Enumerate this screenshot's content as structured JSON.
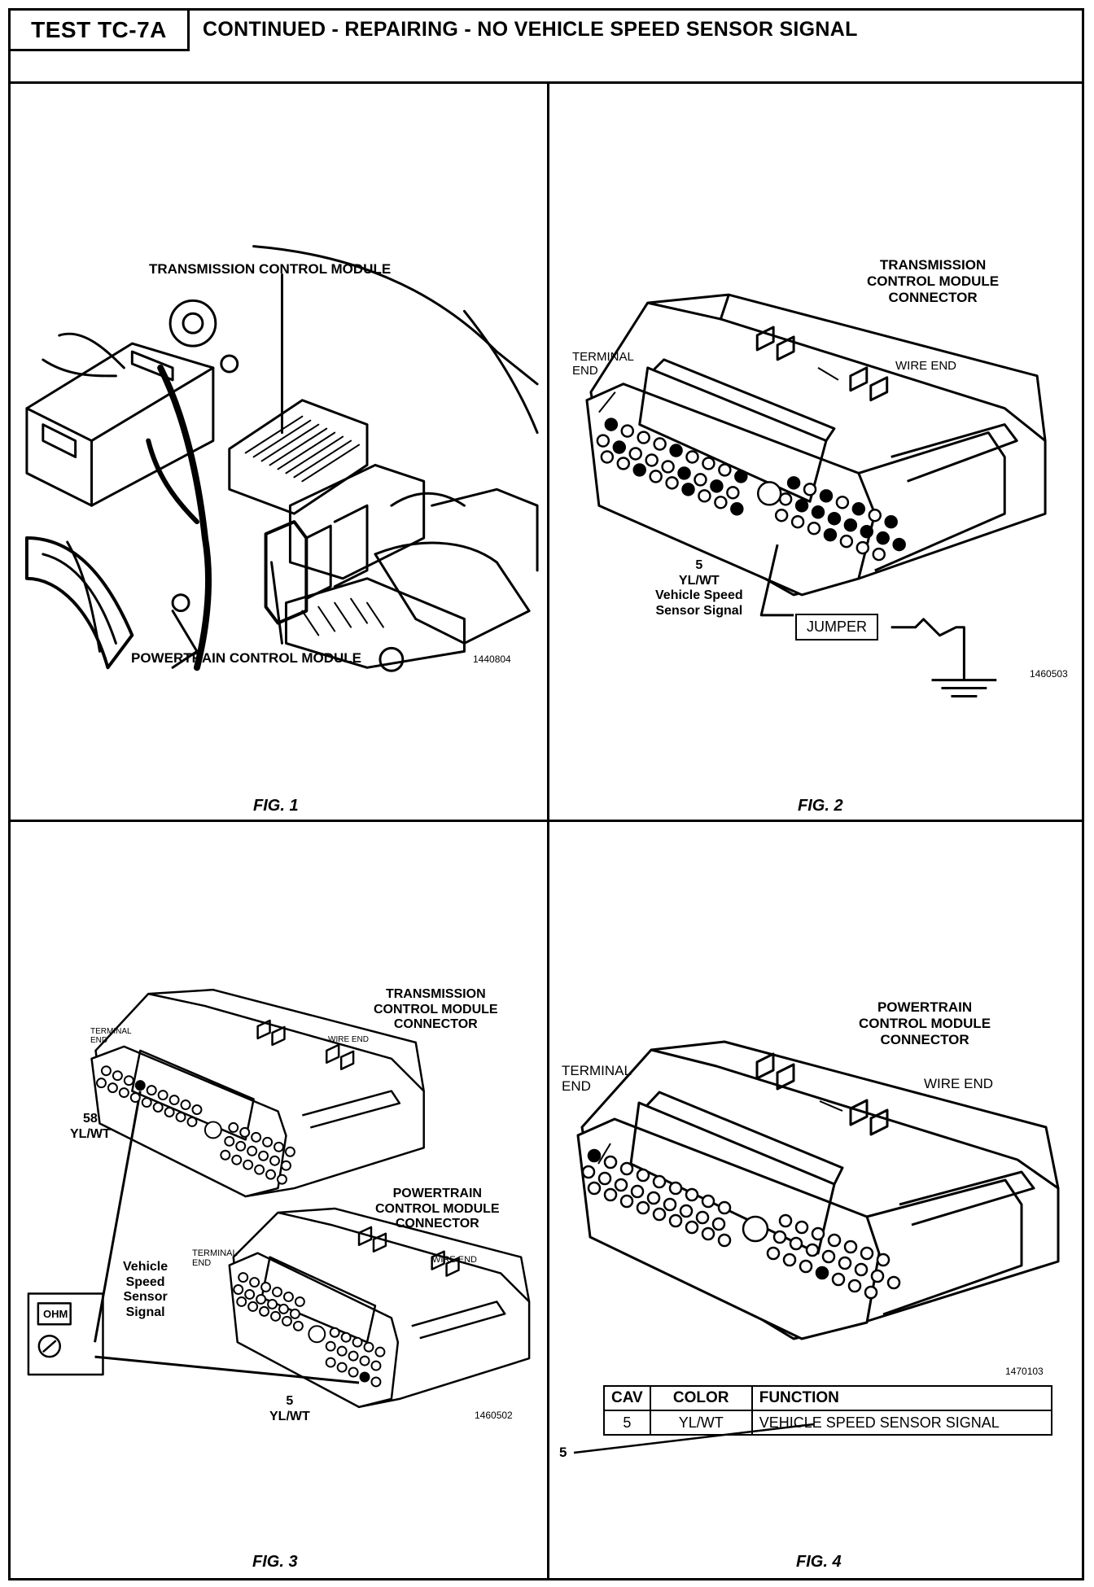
{
  "header": {
    "test_id": "TEST TC-7A",
    "title": "CONTINUED - REPAIRING - NO VEHICLE SPEED SENSOR SIGNAL"
  },
  "fig1": {
    "caption": "FIG. 1",
    "label_tcm": "TRANSMISSION CONTROL MODULE",
    "label_pcm": "POWERTRAIN CONTROL MODULE",
    "code": "1440804"
  },
  "fig2": {
    "caption": "FIG. 2",
    "title": "TRANSMISSION\nCONTROL MODULE\nCONNECTOR",
    "terminal_end": "TERMINAL\nEND",
    "wire_end": "WIRE END",
    "pin_label": "5\nYL/WT\nVehicle Speed\nSensor Signal",
    "jumper": "JUMPER",
    "code": "1460503"
  },
  "fig3": {
    "caption": "FIG. 3",
    "tcm_title": "TRANSMISSION\nCONTROL MODULE\nCONNECTOR",
    "pcm_title": "POWERTRAIN\nCONTROL MODULE\nCONNECTOR",
    "terminal_end": "TERMINAL\nEND",
    "wire_end": "WIRE END",
    "tcm_pin": "58\nYL/WT",
    "pcm_pin": "5\nYL/WT",
    "signal_label": "Vehicle\nSpeed\nSensor\nSignal",
    "meter_display": "OHM",
    "code": "1460502"
  },
  "fig4": {
    "caption": "FIG. 4",
    "title": "POWERTRAIN\nCONTROL MODULE\nCONNECTOR",
    "terminal_end": "TERMINAL\nEND",
    "wire_end": "WIRE  END",
    "pin_label": "5",
    "code": "1470103",
    "table": {
      "headers": [
        "CAV",
        "COLOR",
        "FUNCTION"
      ],
      "rows": [
        [
          "5",
          "YL/WT",
          "VEHICLE SPEED SENSOR SIGNAL"
        ]
      ]
    }
  }
}
